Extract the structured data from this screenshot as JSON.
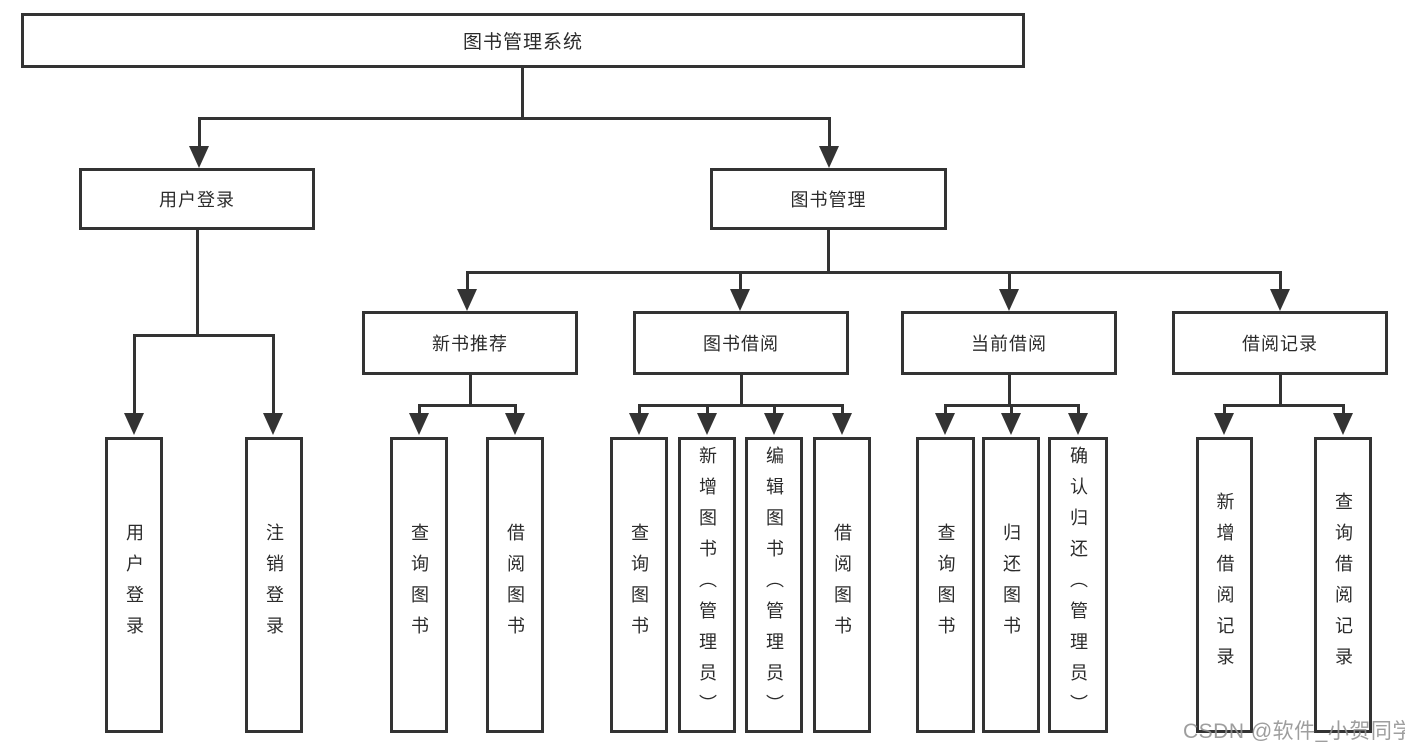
{
  "tree": {
    "label": "图书管理系统",
    "children": [
      {
        "label": "用户登录",
        "children": [
          {
            "label": "用户登录"
          },
          {
            "label": "注销登录"
          }
        ]
      },
      {
        "label": "图书管理",
        "children": [
          {
            "label": "新书推荐",
            "children": [
              {
                "label": "查询图书"
              },
              {
                "label": "借阅图书"
              }
            ]
          },
          {
            "label": "图书借阅",
            "children": [
              {
                "label": "查询图书"
              },
              {
                "label": "新增图书（管理员）"
              },
              {
                "label": "编辑图书（管理员）"
              },
              {
                "label": "借阅图书"
              }
            ]
          },
          {
            "label": "当前借阅",
            "children": [
              {
                "label": "查询图书"
              },
              {
                "label": "归还图书"
              },
              {
                "label": "确认归还（管理员）"
              }
            ]
          },
          {
            "label": "借阅记录",
            "children": [
              {
                "label": "新增借阅记录"
              },
              {
                "label": "查询借阅记录"
              }
            ]
          }
        ]
      }
    ]
  },
  "watermark": {
    "text": "CSDN @软件_小贺同学"
  },
  "colors": {
    "line": "#333333",
    "box_border": "#333333",
    "text": "#2b2b2b",
    "background": "#ffffff",
    "watermark": "#919191"
  }
}
